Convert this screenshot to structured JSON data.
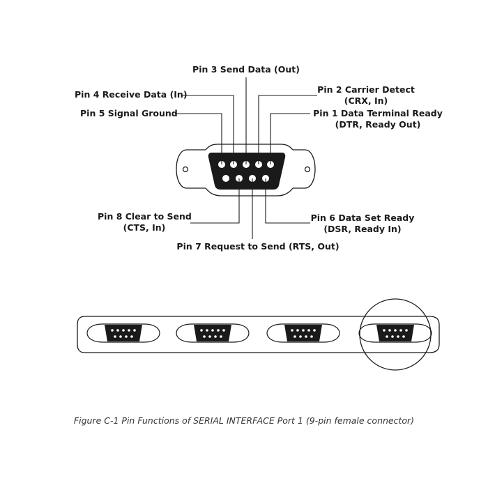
{
  "pins": {
    "pin3": {
      "line1": "Pin 3 Send Data (Out)"
    },
    "pin4": {
      "line1": "Pin 4 Receive Data (In)"
    },
    "pin5": {
      "line1": "Pin 5 Signal Ground"
    },
    "pin2": {
      "line1": "Pin 2 Carrier Detect",
      "line2": "(CRX, In)"
    },
    "pin1": {
      "line1": "Pin 1 Data Terminal Ready",
      "line2": "(DTR, Ready Out)"
    },
    "pin8": {
      "line1": "Pin 8 Clear to Send",
      "line2": "(CTS, In)"
    },
    "pin6": {
      "line1": "Pin 6 Data Set Ready",
      "line2": "(DSR, Ready In)"
    },
    "pin7": {
      "line1": "Pin 7 Request to Send (RTS, Out)"
    }
  },
  "caption": "Figure C-1   Pin Functions of SERIAL INTERFACE Port 1 (9-pin female connector)",
  "panel": {
    "port_count": 4,
    "highlighted_port": 4
  },
  "colors": {
    "ink": "#1a1a1a",
    "background": "#ffffff"
  }
}
